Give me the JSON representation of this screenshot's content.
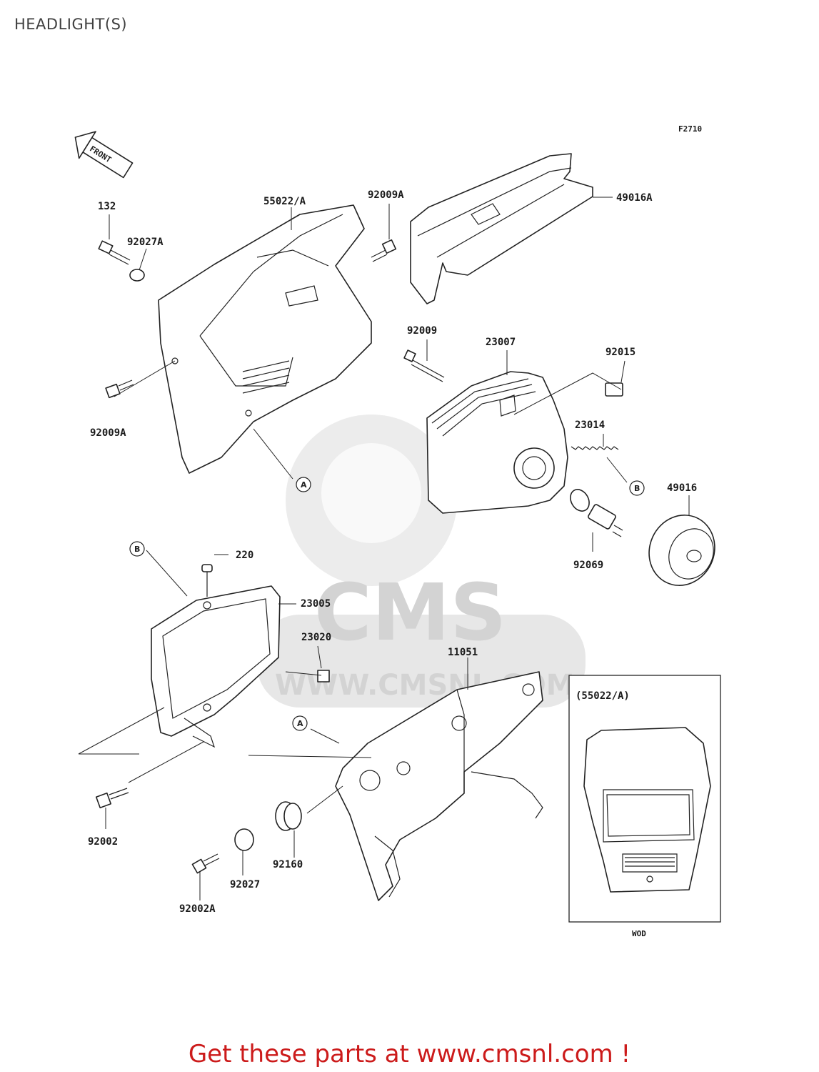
{
  "page_title": "HEADLIGHT(S)",
  "figure_code": "F2710",
  "front_arrow_label": "FRONT",
  "watermark": {
    "logo_text": "CMS",
    "url_text": "WWW.CMSNL.COM"
  },
  "part_labels": {
    "p132": "132",
    "p55022A": "55022/A",
    "p92009A_top": "92009A",
    "p49016A": "49016A",
    "p92027A": "92027A",
    "p92009A_left": "92009A",
    "p92009": "92009",
    "p23007": "23007",
    "p92015": "92015",
    "p23014": "23014",
    "p49016": "49016",
    "p92069": "92069",
    "p220": "220",
    "p23005": "23005",
    "p23020": "23020",
    "p11051": "11051",
    "p92002": "92002",
    "p92002A": "92002A",
    "p92027": "92027",
    "p92160": "92160"
  },
  "reference_markers": {
    "A1": "A",
    "A2": "A",
    "B1": "B",
    "B2": "B"
  },
  "inset": {
    "title": "(55022/A)",
    "caption": "WOD"
  },
  "footer_text": "Get these parts at www.cmsnl.com !"
}
